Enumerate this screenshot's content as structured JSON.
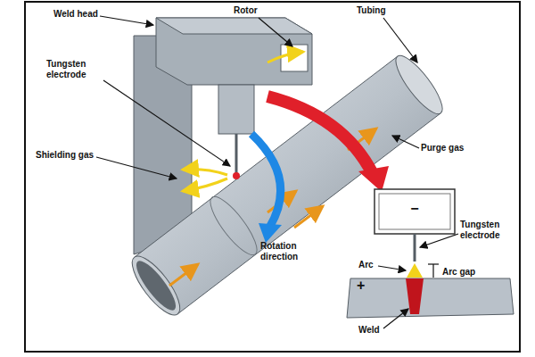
{
  "diagram": {
    "labels": [
      "Weld head",
      "Rotor",
      "Tubing",
      "Tungsten electrode",
      "Shielding gas",
      "Purge gas",
      "Rotation direction",
      "Tungsten electrode",
      "−",
      "Arc",
      "Arc gap",
      "+",
      "Weld"
    ]
  }
}
